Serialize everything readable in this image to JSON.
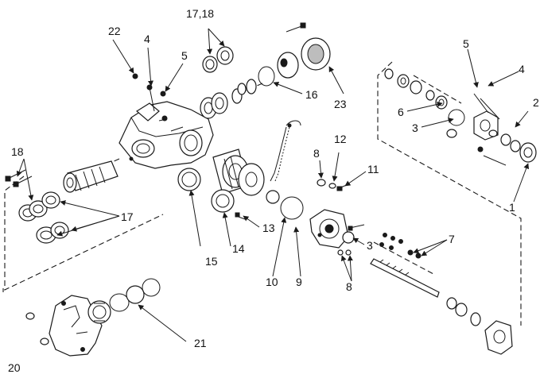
{
  "callouts": {
    "c1": "1",
    "c2": "2",
    "c3a": "3",
    "c3b": "3",
    "c4a": "4",
    "c4b": "4",
    "c5a": "5",
    "c5b": "5",
    "c6": "6",
    "c7": "7",
    "c8a": "8",
    "c8b": "8",
    "c9": "9",
    "c10": "10",
    "c11": "11",
    "c12": "12",
    "c13": "13",
    "c14": "14",
    "c15": "15",
    "c16": "16",
    "c17a": "17",
    "c17b": "17,18",
    "c18": "18",
    "c20": "20",
    "c21": "21",
    "c22": "22",
    "c23": "23"
  }
}
